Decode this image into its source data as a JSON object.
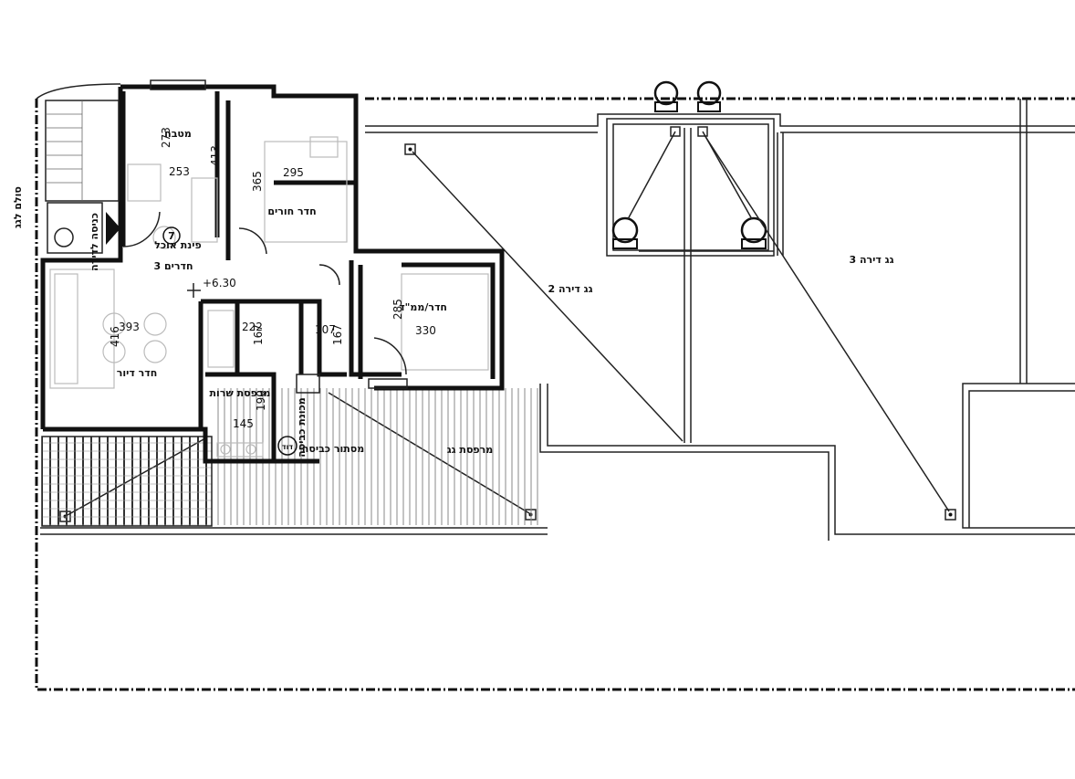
{
  "labels": {
    "entrance": "כניסה לדירה",
    "roof_stairs": "סולם לגג",
    "kitchen": "מטבח",
    "bedroom": "חדר חורים",
    "apt_no": "7",
    "apt_corner": "פינת אוכל",
    "apt_rooms": "3 חדרים",
    "elevation": "+6.30",
    "room_safe": "חדר/ממ\"ד",
    "living": "חדר דיור",
    "service": "מרפסת שרות",
    "laundry": "מכונת כביסה",
    "laundry_screen": "מסתור כביסה",
    "roof_terrace": "מרפסת גג",
    "roof2": "גג דירה 2",
    "roof3": "גג דירה 3",
    "boiler": "דוד"
  },
  "dimensions": {
    "d273": "273",
    "d253": "253",
    "d413": "413",
    "d295a": "295",
    "d365": "365",
    "d393": "393",
    "d416": "416",
    "d222": "222",
    "d167a": "167",
    "d107": "107",
    "d167b": "167",
    "d285": "285",
    "d330": "330",
    "d190": "190",
    "d145": "145"
  }
}
